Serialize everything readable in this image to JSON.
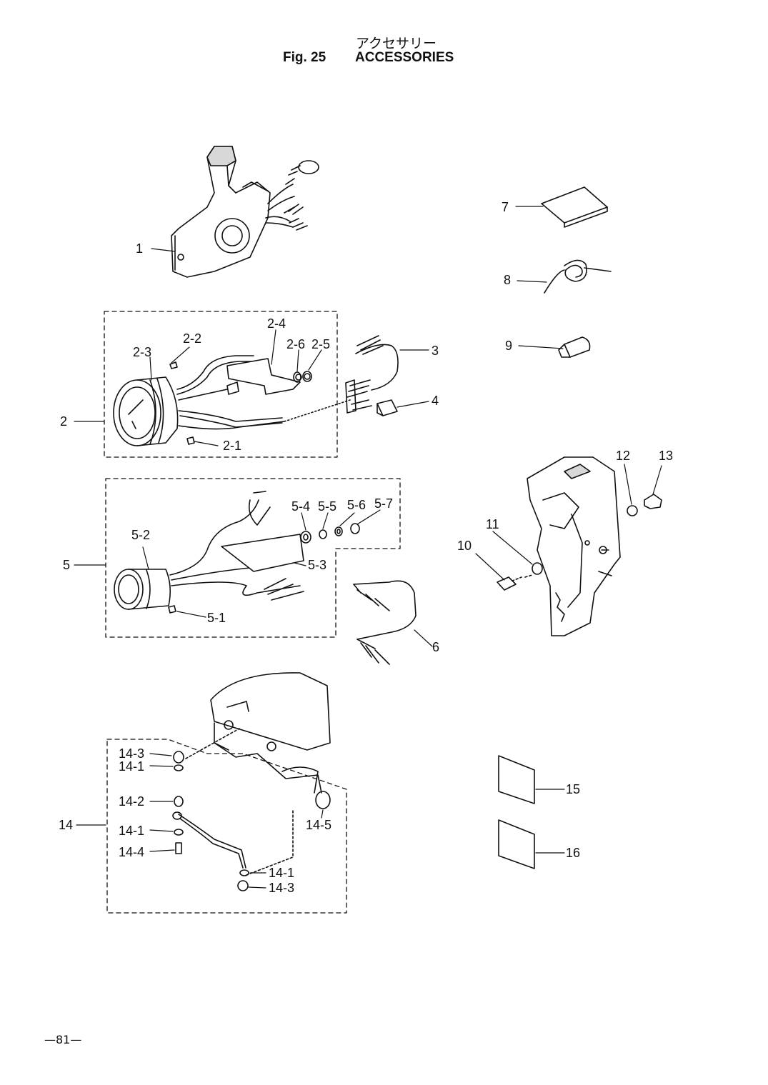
{
  "header": {
    "title_ja": "アクセサリー",
    "fig_label": "Fig. 25",
    "title_en": "ACCESSORIES"
  },
  "page_number": "—81—",
  "callouts": {
    "p1": "1",
    "p2": "2",
    "p2_1": "2-1",
    "p2_2": "2-2",
    "p2_3": "2-3",
    "p2_4": "2-4",
    "p2_5": "2-5",
    "p2_6": "2-6",
    "p3": "3",
    "p4": "4",
    "p5": "5",
    "p5_1": "5-1",
    "p5_2": "5-2",
    "p5_3": "5-3",
    "p5_4": "5-4",
    "p5_5": "5-5",
    "p5_6": "5-6",
    "p5_7": "5-7",
    "p6": "6",
    "p7": "7",
    "p8": "8",
    "p9": "9",
    "p10": "10",
    "p11": "11",
    "p12": "12",
    "p13": "13",
    "p14": "14",
    "p14_1a": "14-1",
    "p14_1b": "14-1",
    "p14_1c": "14-1",
    "p14_2": "14-2",
    "p14_3a": "14-3",
    "p14_3b": "14-3",
    "p14_4": "14-4",
    "p14_5": "14-5",
    "p15": "15",
    "p16": "16"
  },
  "colors": {
    "ink": "#111111",
    "paper": "#ffffff",
    "shade": "#d8d8d8"
  }
}
